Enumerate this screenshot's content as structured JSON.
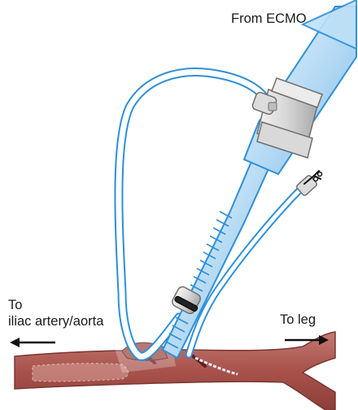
{
  "labels": {
    "from_ecmo": "From ECMO",
    "to_iliac_line1": "To",
    "to_iliac_line2": "iliac artery/aorta",
    "to_leg": "To leg"
  },
  "colors": {
    "tube_outline": "#2e8fd8",
    "tube_fill": "#ffffff",
    "cannula_fill": "#cfe8f8",
    "connector_fill": "#e6e6e6",
    "connector_outline": "#6f6f6f",
    "vessel_fill": "#b0615a",
    "vessel_highlight": "#d79c95",
    "vessel_outline": "#7a3632",
    "wound": "#5b1f24",
    "arrow": "#111111"
  },
  "icons": {
    "left_arrow": "arrow-left-icon",
    "right_arrow": "arrow-right-icon",
    "clamp": "clamp-icon"
  }
}
